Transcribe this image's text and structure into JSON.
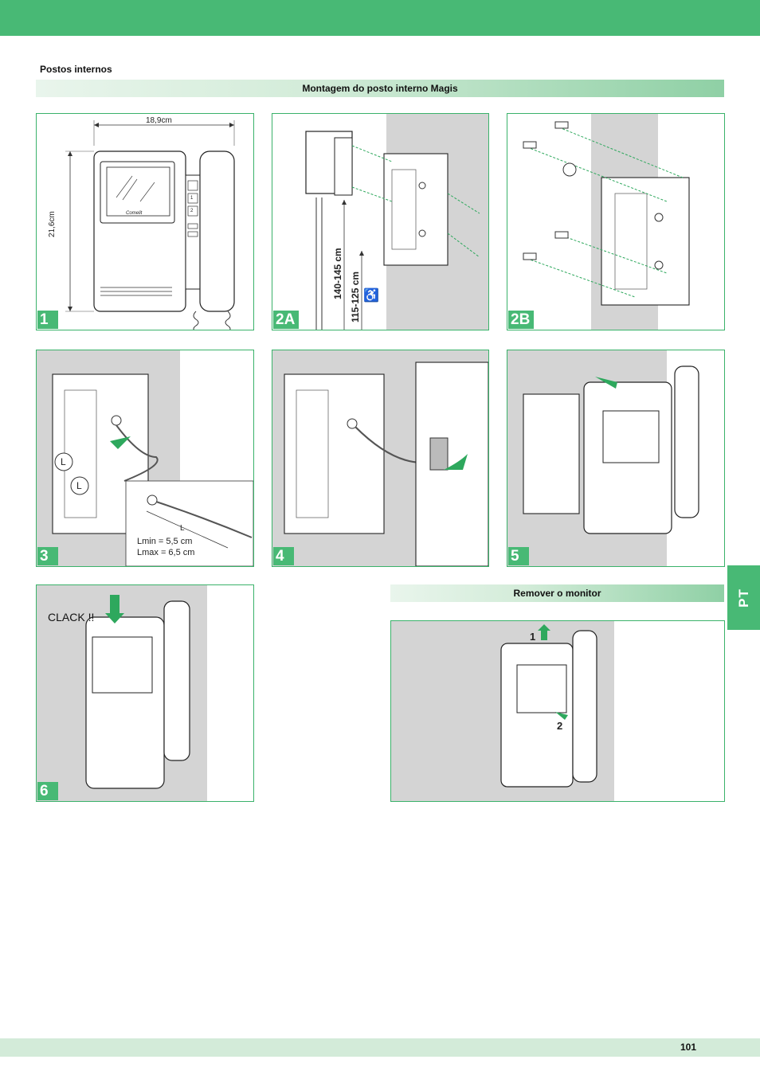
{
  "header": {
    "section_title": "Postos internos"
  },
  "bars": {
    "mounting": "Montagem do posto interno Magis",
    "remove": "Remover o monitor"
  },
  "panels": {
    "p1": {
      "badge": "1",
      "width_label": "18,9cm",
      "height_label": "21,6cm",
      "logo": "Comelit",
      "button_labels": [
        "1",
        "2"
      ]
    },
    "p2a": {
      "badge": "2A",
      "height_range": "140-145 cm",
      "height_range_accessible": "115-125 cm"
    },
    "p2b": {
      "badge": "2B"
    },
    "p3": {
      "badge": "3",
      "label_l": "L",
      "label_l2": "L",
      "label_l3": "L",
      "lmin": "Lmin = 5,5 cm",
      "lmax": "Lmax = 6,5 cm"
    },
    "p4": {
      "badge": "4"
    },
    "p5": {
      "badge": "5"
    },
    "p6": {
      "badge": "6",
      "clack": "CLACK !!"
    },
    "remove": {
      "step1": "1",
      "step2": "2"
    }
  },
  "side_tab": "PT",
  "footer": {
    "page_number": "101"
  },
  "colors": {
    "brand_green": "#48b975",
    "arrow_green": "#2ea85d",
    "shade": "#d4d4d4"
  }
}
